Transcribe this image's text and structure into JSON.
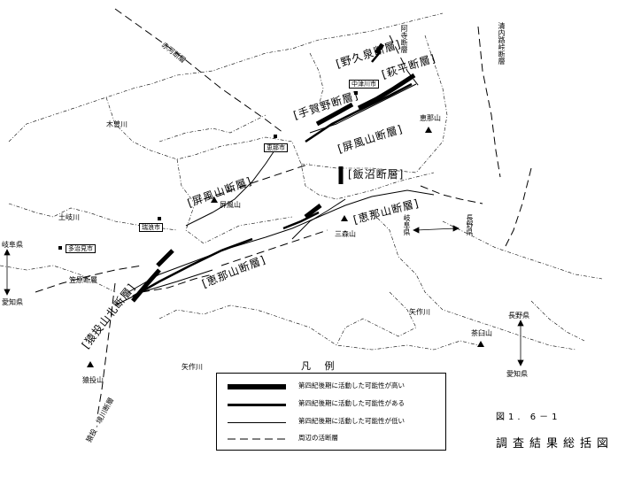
{
  "faults": {
    "nokuizumi": "[野久泉断層]",
    "shirakawa": "阿寺断層",
    "tegano": "[手賀野断層]",
    "hiyohira": "[萩平断層]",
    "byobu_e": "[屏風山断層]",
    "byobu_w": "[屏風山断層]",
    "iinuma": "[飯沼断層]",
    "enasan_e": "[恵那山断層]",
    "enasan_w": "[恵那山断層]",
    "saruhami": "[猿投山北断層]",
    "akagawa": "赤河断層",
    "kasahara": "笠原断層",
    "seinaiji": "清内路峠断層",
    "sanage_sakai": "猿投 - 境川断層"
  },
  "places": {
    "kiso_river": "木曽川",
    "toki_river": "土岐川",
    "yahagi_river": "矢作川",
    "yahagi_river2": "矢作川",
    "byobusan": "屏風山",
    "enasan": "恵那山",
    "mimori": "三森山",
    "sanage": "猿投山",
    "chausu": "茶臼山"
  },
  "cities": {
    "nakatsugawa": "中津川市",
    "ena": "恵那市",
    "mizunami": "瑞浪市",
    "tajimi": "多治見市"
  },
  "prefectures": {
    "gifu_w": "岐阜県",
    "aichi_w": "愛知県",
    "gifu_e": "岐阜県",
    "nagano_e": "長野県",
    "nagano_se": "長野県",
    "aichi_se": "愛知県"
  },
  "legend": {
    "title": "凡 例",
    "items": [
      {
        "label": "第四紀後期に活動した可能性が高い"
      },
      {
        "label": "第四紀後期に活動した可能性がある"
      },
      {
        "label": "第四紀後期に活動した可能性が低い"
      },
      {
        "label": "周辺の活断層"
      }
    ]
  },
  "figure": {
    "number": "図1. 6－1",
    "title": "調査結果総括図"
  }
}
